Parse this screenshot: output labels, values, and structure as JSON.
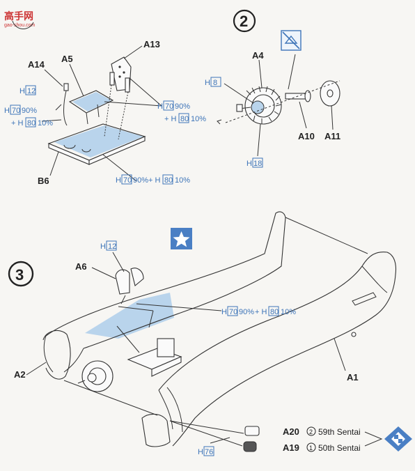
{
  "watermark": {
    "text": "高手网",
    "url": "gao-shou.com"
  },
  "steps": {
    "s2": "2",
    "s3": "3"
  },
  "parts": {
    "a14": "A14",
    "a5": "A5",
    "a13": "A13",
    "b6": "B6",
    "a4": "A4",
    "a10": "A10",
    "a11": "A11",
    "a6": "A6",
    "a2": "A2",
    "a1": "A1",
    "a20": "A20",
    "a19": "A19"
  },
  "paint": {
    "h": "H",
    "c12": "12",
    "c70": "70",
    "c80": "80",
    "c8": "8",
    "c18": "18",
    "c76": "76",
    "pct90": "90%",
    "pct10": "10%",
    "pct90b": "90%",
    "pct10b": "10%",
    "plus": "+",
    "plus_h": "+ H"
  },
  "options": {
    "o2_num": "2",
    "o2_text": "59th  Sentai",
    "o1_num": "1",
    "o1_text": "50th  Sentai"
  },
  "colors": {
    "paint_blue": "#3d74b8",
    "fill_blue": "#b9d4ec"
  }
}
